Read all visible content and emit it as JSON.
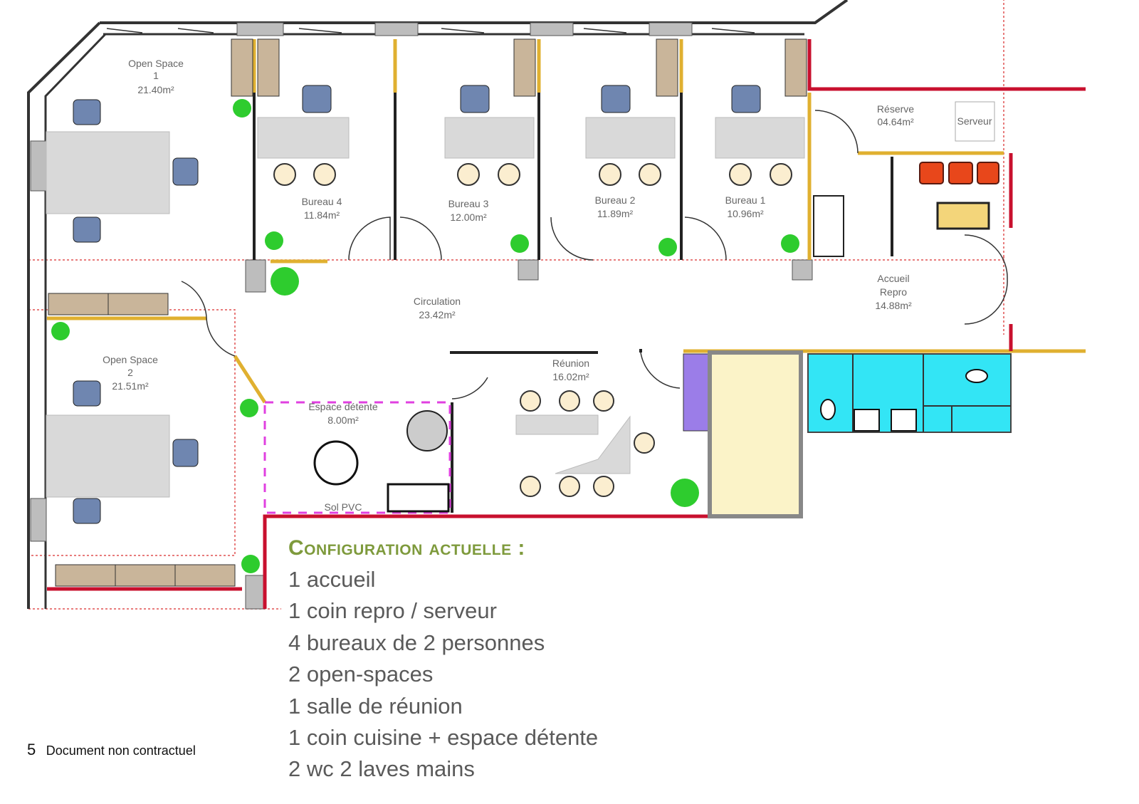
{
  "plan": {
    "rooms": [
      {
        "id": "open-space-1",
        "lines": [
          "Open Space",
          "1",
          "21.40m²"
        ]
      },
      {
        "id": "bureau-4",
        "lines": [
          "Bureau 4",
          "11.84m²"
        ]
      },
      {
        "id": "bureau-3",
        "lines": [
          "Bureau 3",
          "12.00m²"
        ]
      },
      {
        "id": "bureau-2",
        "lines": [
          "Bureau 2",
          "11.89m²"
        ]
      },
      {
        "id": "bureau-1",
        "lines": [
          "Bureau 1",
          "10.96m²"
        ]
      },
      {
        "id": "reserve",
        "lines": [
          "Réserve",
          "04.64m²"
        ]
      },
      {
        "id": "accueil-repro",
        "lines": [
          "Accueil",
          "Repro",
          "14.88m²"
        ]
      },
      {
        "id": "circulation",
        "lines": [
          "Circulation",
          "23.42m²"
        ]
      },
      {
        "id": "open-space-2",
        "lines": [
          "Open Space",
          "2",
          "21.51m²"
        ]
      },
      {
        "id": "espace-detente",
        "lines": [
          "Espace détente",
          "8.00m²"
        ]
      },
      {
        "id": "reunion",
        "lines": [
          "Réunion",
          "16.02m²"
        ]
      }
    ],
    "serveur_label": "Serveur",
    "sol_label": "Sol PVC",
    "colors": {
      "wall_red": "#c8102e",
      "wall_yellow": "#e0b030",
      "wc": "#33e5f5",
      "cream": "#fbf3c8",
      "purple": "#9b7de8",
      "plant": "#2ecc2e",
      "chair": "#6f86b0",
      "accent_heading": "#7e9a3c"
    }
  },
  "config": {
    "heading": "Configuration actuelle :",
    "items": [
      "1 accueil",
      "1 coin repro / serveur",
      "4 bureaux de 2 personnes",
      "2 open-spaces",
      "1 salle de réunion",
      "1 coin cuisine + espace détente",
      "2 wc 2 laves mains"
    ]
  },
  "footer": {
    "page_number": "5",
    "note": "Document non contractuel"
  }
}
